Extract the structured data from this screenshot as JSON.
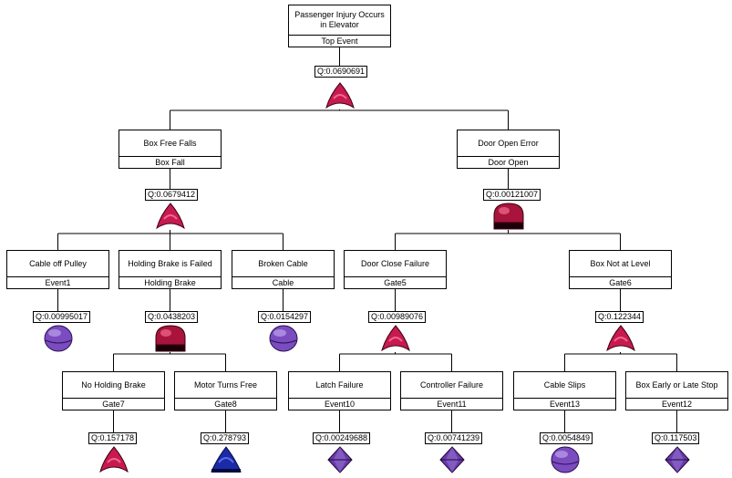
{
  "nodes": [
    {
      "id": "top",
      "label": "Passenger Injury Occurs in Elevator",
      "name": "Top Event",
      "q": "Q:0.0690691",
      "symbol": "or-gate-icon"
    },
    {
      "id": "boxfall",
      "label": "Box Free Falls",
      "name": "Box Fall",
      "q": "Q:0.0679412",
      "symbol": "or-gate-icon"
    },
    {
      "id": "dooropen",
      "label": "Door Open Error",
      "name": "Door Open",
      "q": "Q:0.00121007",
      "symbol": "and-gate-icon"
    },
    {
      "id": "event1",
      "label": "Cable off Pulley",
      "name": "Event1",
      "q": "Q:0.00995017",
      "symbol": "basic-event-icon"
    },
    {
      "id": "holding",
      "label": "Holding Brake is Failed",
      "name": "Holding Brake",
      "q": "Q:0.0438203",
      "symbol": "and-gate-icon"
    },
    {
      "id": "cable",
      "label": "Broken Cable",
      "name": "Cable",
      "q": "Q:0.0154297",
      "symbol": "basic-event-icon"
    },
    {
      "id": "gate5",
      "label": "Door Close Failure",
      "name": "Gate5",
      "q": "Q:0.00989076",
      "symbol": "or-gate-icon"
    },
    {
      "id": "gate6",
      "label": "Box Not at Level",
      "name": "Gate6",
      "q": "Q:0.122344",
      "symbol": "or-gate-icon"
    },
    {
      "id": "gate7",
      "label": "No Holding Brake",
      "name": "Gate7",
      "q": "Q:0.157178",
      "symbol": "or-gate-icon"
    },
    {
      "id": "gate8",
      "label": "Motor Turns Free",
      "name": "Gate8",
      "q": "Q:0.278793",
      "symbol": "blue-gate-icon"
    },
    {
      "id": "event10",
      "label": "Latch Failure",
      "name": "Event10",
      "q": "Q:0.00249688",
      "symbol": "undeveloped-event-icon"
    },
    {
      "id": "event11",
      "label": "Controller Failure",
      "name": "Event11",
      "q": "Q:0.00741239",
      "symbol": "undeveloped-event-icon"
    },
    {
      "id": "event13",
      "label": "Cable Slips",
      "name": "Event13",
      "q": "Q:0.0054849",
      "symbol": "basic-event-icon"
    },
    {
      "id": "event12",
      "label": "Box Early or Late Stop",
      "name": "Event12",
      "q": "Q:0.117503",
      "symbol": "undeveloped-event-icon"
    }
  ],
  "colors": {
    "or_gate": "#c81a50",
    "and_gate": "#a8143c",
    "basic_event": "#7a4cc0",
    "undeveloped_event": "#6a3aaa",
    "blue_gate": "#1a2aa8"
  }
}
